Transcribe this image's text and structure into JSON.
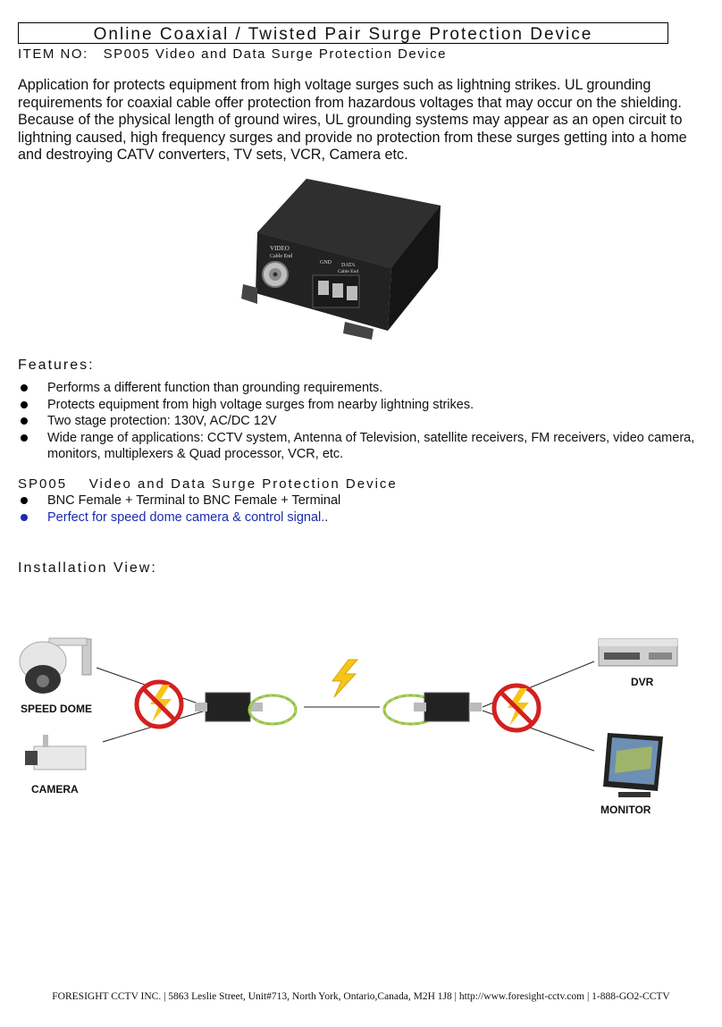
{
  "header": {
    "title": "Online Coaxial /  Twisted Pair Surge Protection Device",
    "item_no": "ITEM NO:   SP005 Video and Data Surge Protection Device"
  },
  "intro": "Application for protects equipment from high voltage surges such as lightning strikes.    UL grounding requirements for coaxial cable offer protection from hazardous voltages that may occur on the shielding. Because of the physical length of ground wires, UL grounding systems may appear as an open circuit to lightning caused, high frequency surges and provide no protection from these surges getting into a home and destroying CATV converters, TV sets, VCR, Camera etc.",
  "product_photo": {
    "labels": {
      "video": "VIDEO",
      "video_sub": "Cable End",
      "gnd": "GND",
      "data": "DATA",
      "data_sub": "Cable End"
    }
  },
  "features": {
    "heading": "Features:",
    "items": [
      "Performs a different function than grounding requirements.",
      "Protects equipment from high voltage surges from nearby lightning strikes.",
      "Two stage protection: 130V, AC/DC 12V",
      "Wide range of applications: CCTV system, Antenna of Television, satellite receivers, FM receivers, video camera, monitors, multiplexers & Quad processor, VCR, etc."
    ]
  },
  "sp005": {
    "heading": "SP005    Video and Data Surge Protection Device",
    "items": [
      "BNC Female + Terminal   to   BNC Female + Terminal",
      "Perfect for speed dome camera & control signal."
    ],
    "highlight_color": "#1a2bb0"
  },
  "installation": {
    "heading": "Installation View:",
    "labels": {
      "speed_dome": "SPEED DOME",
      "camera": "CAMERA",
      "dvr": "DVR",
      "monitor": "MONITOR"
    }
  },
  "footer": "FORESIGHT CCTV INC. | 5863 Leslie Street, Unit#713, North York, Ontario,Canada, M2H 1J8 | http://www.foresight-cctv.com | 1-888-GO2-CCTV"
}
